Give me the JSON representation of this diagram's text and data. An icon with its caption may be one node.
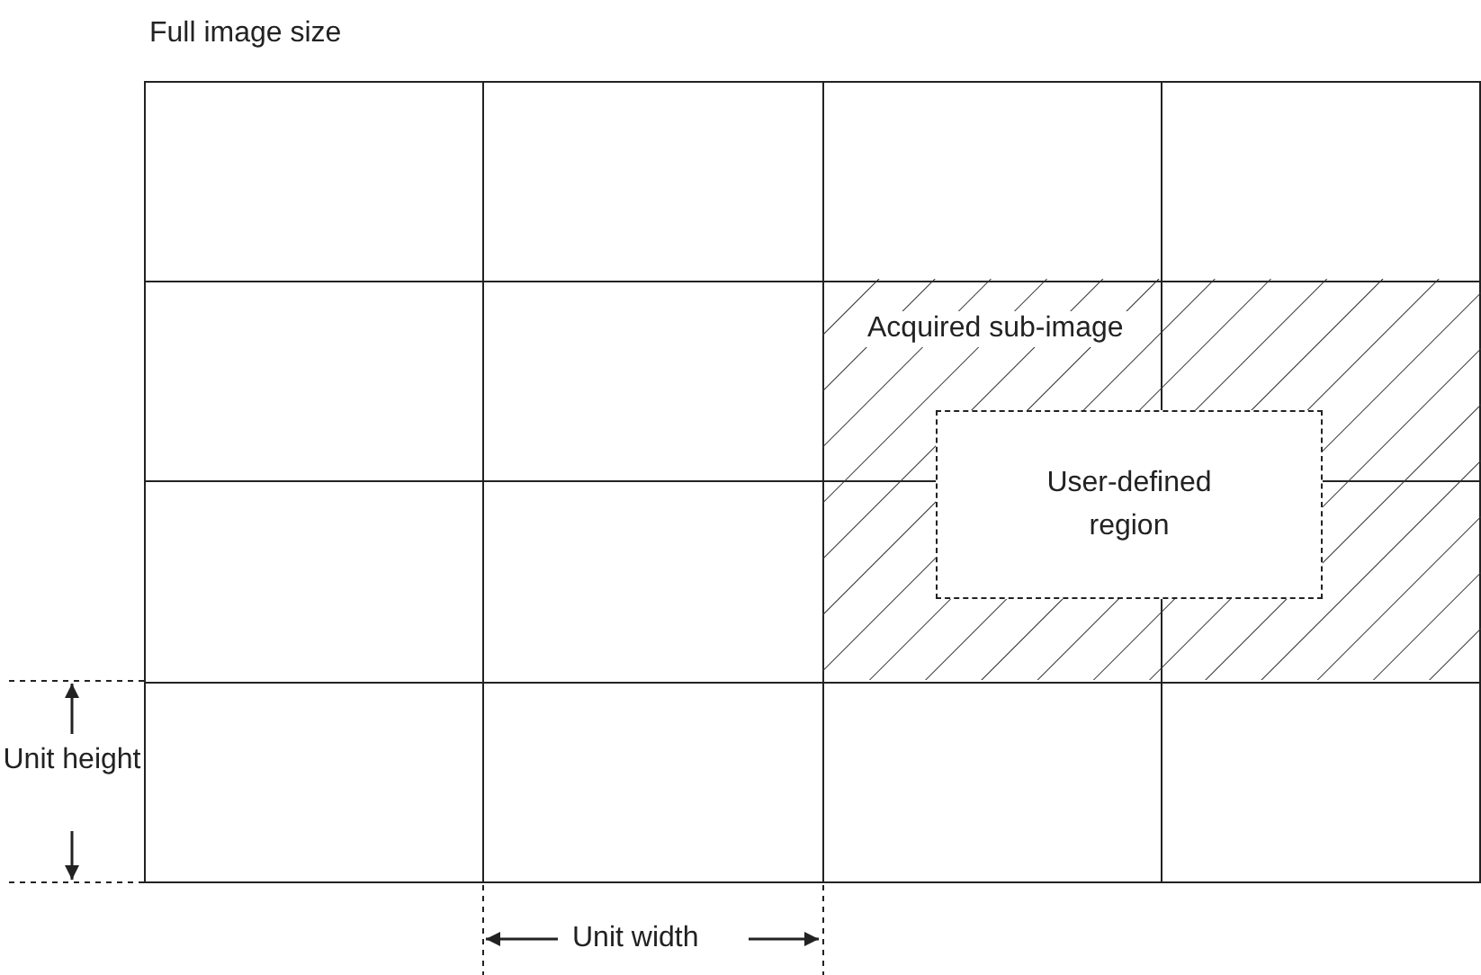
{
  "diagram": {
    "nodes": [
      {
        "text": [
          "Full image size"
        ]
      },
      {
        "text": [
          "Acquired sub-image"
        ],
        "in": 0
      },
      {
        "text": [
          "User-defined region"
        ],
        "in": 1
      }
    ],
    "labels": [
      "Unit height",
      "Unit width"
    ]
  }
}
